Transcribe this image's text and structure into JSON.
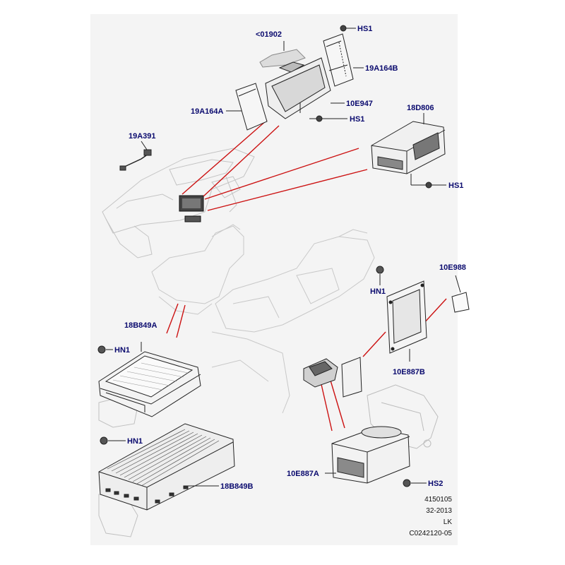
{
  "colors": {
    "label": "#0a0a6e",
    "leader": "#cc1111",
    "part_line": "#222222",
    "ghost_line": "#bdbdbd",
    "background": "#f4f4f4"
  },
  "labels": {
    "l_01902": "<01902",
    "l_hs1_top": "HS1",
    "l_19a164b": "19A164B",
    "l_19a164a": "19A164A",
    "l_10e947": "10E947",
    "l_hs1_mid": "HS1",
    "l_18d806": "18D806",
    "l_19a391": "19A391",
    "l_hs1_right": "HS1",
    "l_10e988": "10E988",
    "l_hn1_right": "HN1",
    "l_18b849a": "18B849A",
    "l_hn1_left1": "HN1",
    "l_10e887b": "10E887B",
    "l_hn1_left2": "HN1",
    "l_18b849b": "18B849B",
    "l_10e887a": "10E887A",
    "l_hs2": "HS2"
  },
  "info": {
    "line1": "4150105",
    "line2": "32-2013",
    "line3": "LK",
    "line4": "C0242120-05"
  }
}
